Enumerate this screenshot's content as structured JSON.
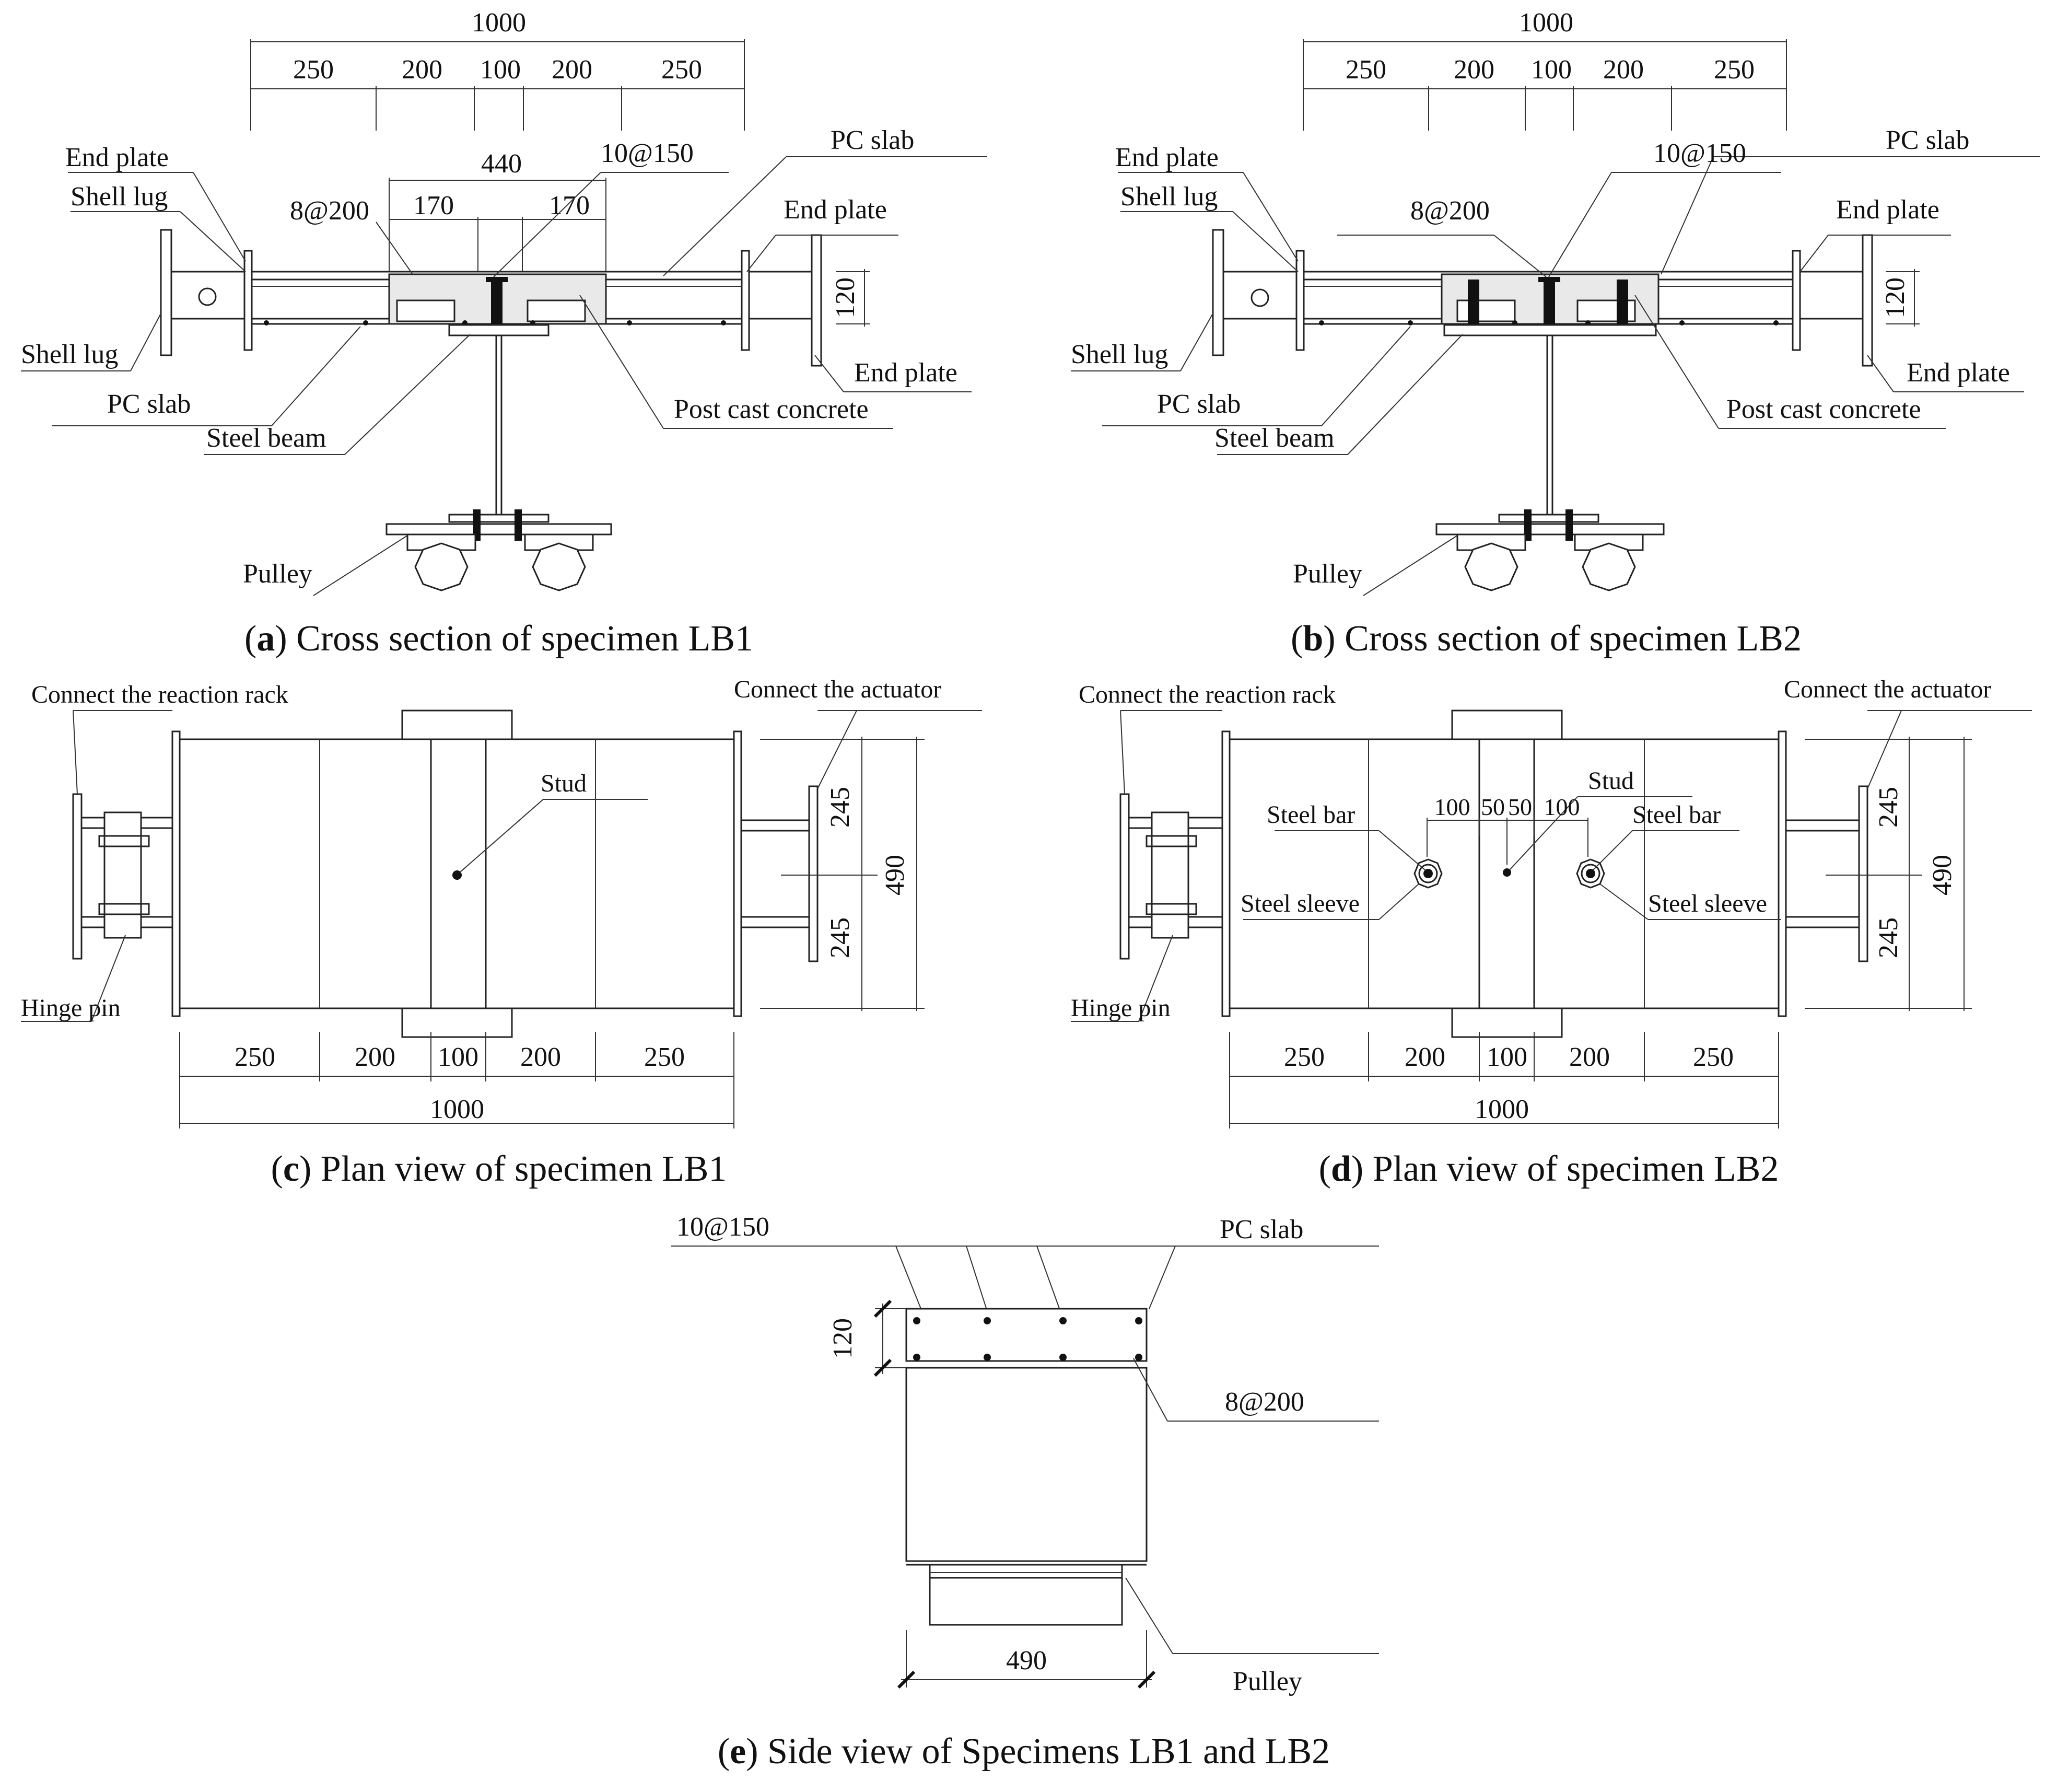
{
  "panel_a": {
    "caption_letter": "a",
    "caption_text": ") Cross section of specimen LB1",
    "dims": {
      "total": "1000",
      "d1": "250",
      "d2": "200",
      "d3": "100",
      "d4": "200",
      "d5": "250",
      "w440": "440",
      "w170a": "170",
      "w170b": "170",
      "h120": "120"
    },
    "labels": {
      "end_plate_tl": "End plate",
      "shell_lug_top": "Shell lug",
      "rebar_8": "8@200",
      "rebar_10": "10@150",
      "pc_slab_tr": "PC slab",
      "end_plate_r": "End plate",
      "shell_lug_l": "Shell lug",
      "pc_slab_l": "PC slab",
      "steel_beam": "Steel beam",
      "end_plate_br": "End plate",
      "post_cast": "Post cast concrete",
      "pulley": "Pulley"
    }
  },
  "panel_b": {
    "caption_letter": "b",
    "caption_text": ") Cross section of specimen LB2",
    "dims": {
      "total": "1000",
      "d1": "250",
      "d2": "200",
      "d3": "100",
      "d4": "200",
      "d5": "250",
      "h120": "120"
    },
    "labels": {
      "end_plate_tl": "End plate",
      "shell_lug_top": "Shell lug",
      "rebar_8": "8@200",
      "rebar_10": "10@150",
      "pc_slab_tr": "PC slab",
      "end_plate_r": "End plate",
      "shell_lug_l": "Shell lug",
      "pc_slab_l": "PC slab",
      "steel_beam": "Steel beam",
      "end_plate_br": "End plate",
      "post_cast": "Post cast concrete",
      "pulley": "Pulley"
    }
  },
  "panel_c": {
    "caption_letter": "c",
    "caption_text": ") Plan view of specimen LB1",
    "dims": {
      "d1": "250",
      "d2": "200",
      "d3": "100",
      "d4": "200",
      "d5": "250",
      "total": "1000",
      "h245a": "245",
      "h245b": "245",
      "h490": "490"
    },
    "labels": {
      "reaction": "Connect the reaction rack",
      "actuator": "Connect the actuator",
      "stud": "Stud",
      "hinge": "Hinge pin"
    }
  },
  "panel_d": {
    "caption_letter": "d",
    "caption_text": ") Plan view of specimen LB2",
    "dims": {
      "d1": "250",
      "d2": "200",
      "d3": "100",
      "d4": "200",
      "d5": "250",
      "total": "1000",
      "h245a": "245",
      "h245b": "245",
      "h490": "490",
      "s100a": "100",
      "s50a": "50",
      "s50b": "50",
      "s100b": "100"
    },
    "labels": {
      "reaction": "Connect the reaction rack",
      "actuator": "Connect the actuator",
      "stud": "Stud",
      "steel_bar_l": "Steel bar",
      "steel_bar_r": "Steel bar",
      "sleeve_l": "Steel sleeve",
      "sleeve_r": "Steel sleeve",
      "hinge": "Hinge pin"
    }
  },
  "panel_e": {
    "caption_letter": "e",
    "caption_text": ") Side view of Specimens LB1 and LB2",
    "dims": {
      "h120": "120",
      "w490": "490"
    },
    "labels": {
      "rebar_10": "10@150",
      "pc_slab": "PC slab",
      "rebar_8": "8@200",
      "pulley": "Pulley"
    }
  }
}
